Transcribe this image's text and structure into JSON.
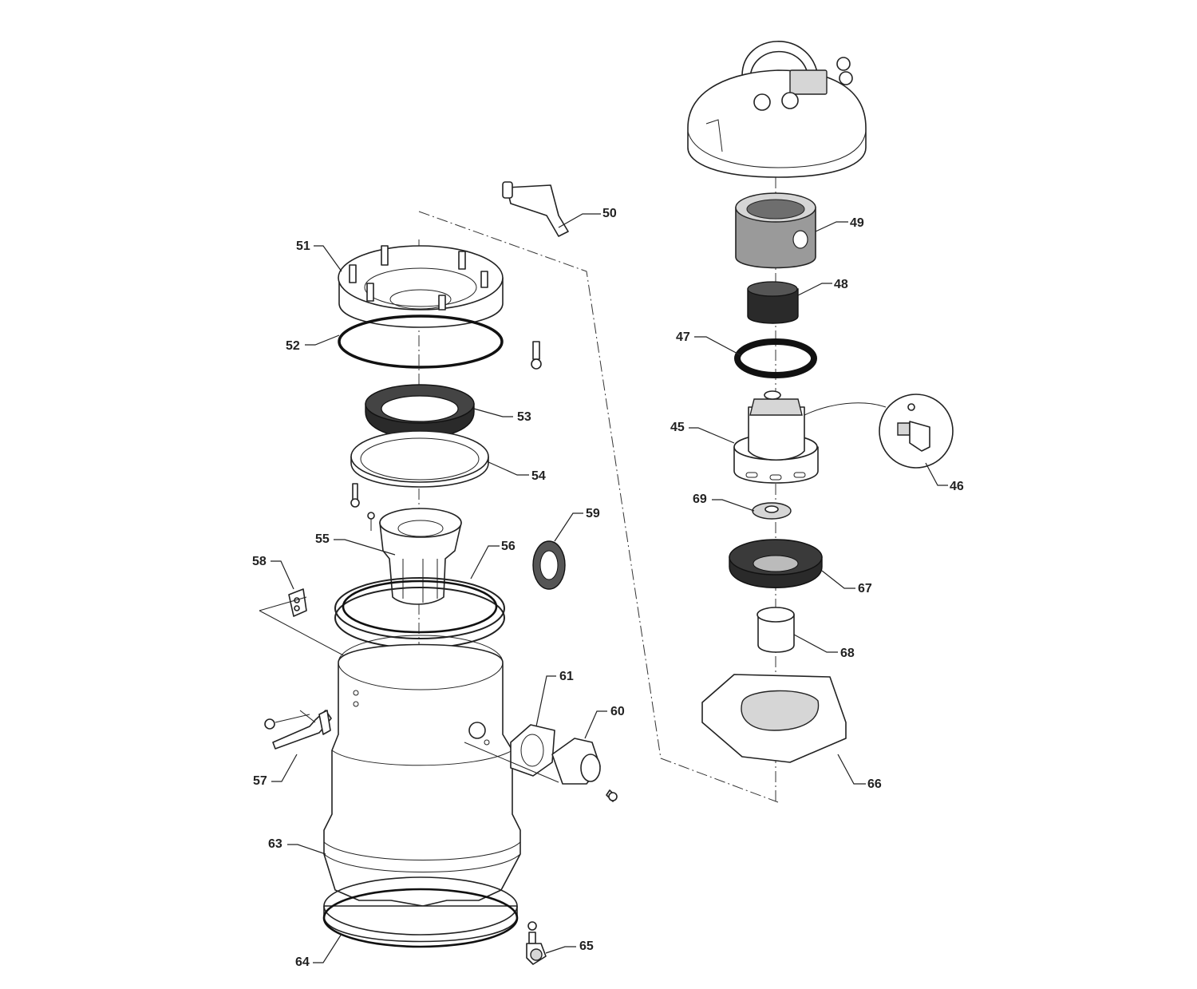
{
  "parts": [
    {
      "id": "p44",
      "label": ""
    },
    {
      "id": "p45",
      "label": "45"
    },
    {
      "id": "p46",
      "label": "46"
    },
    {
      "id": "p47",
      "label": "47"
    },
    {
      "id": "p48",
      "label": "48"
    },
    {
      "id": "p49",
      "label": "49"
    },
    {
      "id": "p50",
      "label": "50"
    },
    {
      "id": "p51",
      "label": "51"
    },
    {
      "id": "p52",
      "label": "52"
    },
    {
      "id": "p53",
      "label": "53"
    },
    {
      "id": "p54",
      "label": "54"
    },
    {
      "id": "p55",
      "label": "55"
    },
    {
      "id": "p56",
      "label": "56"
    },
    {
      "id": "p57",
      "label": "57"
    },
    {
      "id": "p58",
      "label": "58"
    },
    {
      "id": "p59",
      "label": "59"
    },
    {
      "id": "p60",
      "label": "60"
    },
    {
      "id": "p61",
      "label": "61"
    },
    {
      "id": "p63",
      "label": "63"
    },
    {
      "id": "p64",
      "label": "64"
    },
    {
      "id": "p65",
      "label": "65"
    },
    {
      "id": "p66",
      "label": "66"
    },
    {
      "id": "p67",
      "label": "67"
    },
    {
      "id": "p68",
      "label": "68"
    },
    {
      "id": "p69",
      "label": "69"
    }
  ],
  "colors": {
    "line": "#222222",
    "shade_dark": "#2a2a2a",
    "shade_grey": "#9a9a9a",
    "shade_light": "#d6d6d6"
  }
}
